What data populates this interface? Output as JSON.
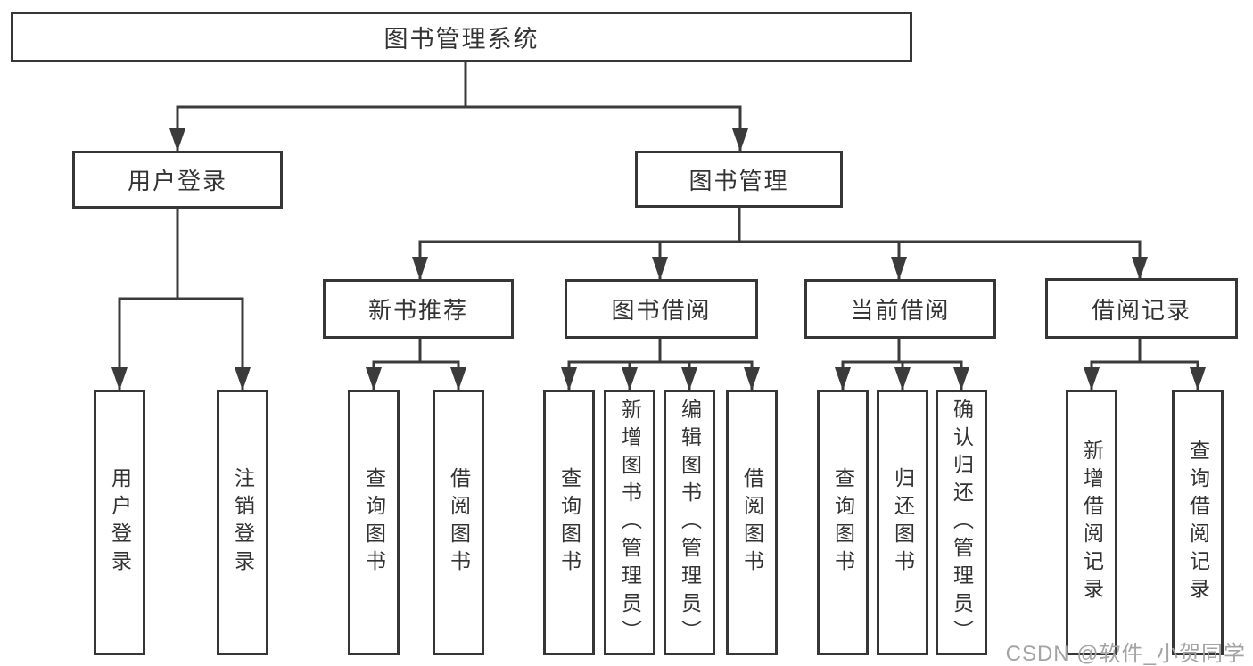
{
  "diagram": {
    "type": "hierarchy-tree",
    "title": "图书管理系统",
    "colors": {
      "background": "#ffffff",
      "box_fill": "#ffffff",
      "box_border": "#363636",
      "connector_line": "#3b3b3b",
      "text": "#333333",
      "watermark": "#a3a3a3"
    }
  },
  "tree": {
    "label": "图书管理系统",
    "children": [
      {
        "label": "用户登录",
        "children": [
          {
            "label": "用户登录"
          },
          {
            "label": "注销登录"
          }
        ]
      },
      {
        "label": "图书管理",
        "children": [
          {
            "label": "新书推荐",
            "children": [
              {
                "label": "查询图书"
              },
              {
                "label": "借阅图书"
              }
            ]
          },
          {
            "label": "图书借阅",
            "children": [
              {
                "label": "查询图书"
              },
              {
                "label": "新增图书（管理员）"
              },
              {
                "label": "编辑图书（管理员）"
              },
              {
                "label": "借阅图书"
              }
            ]
          },
          {
            "label": "当前借阅",
            "children": [
              {
                "label": "查询图书"
              },
              {
                "label": "归还图书"
              },
              {
                "label": "确认归还（管理员）"
              }
            ]
          },
          {
            "label": "借阅记录",
            "children": [
              {
                "label": "新增借阅记录"
              },
              {
                "label": "查询借阅记录"
              }
            ]
          }
        ]
      }
    ]
  },
  "watermark": {
    "text": "CSDN @软件_小贺同学"
  }
}
